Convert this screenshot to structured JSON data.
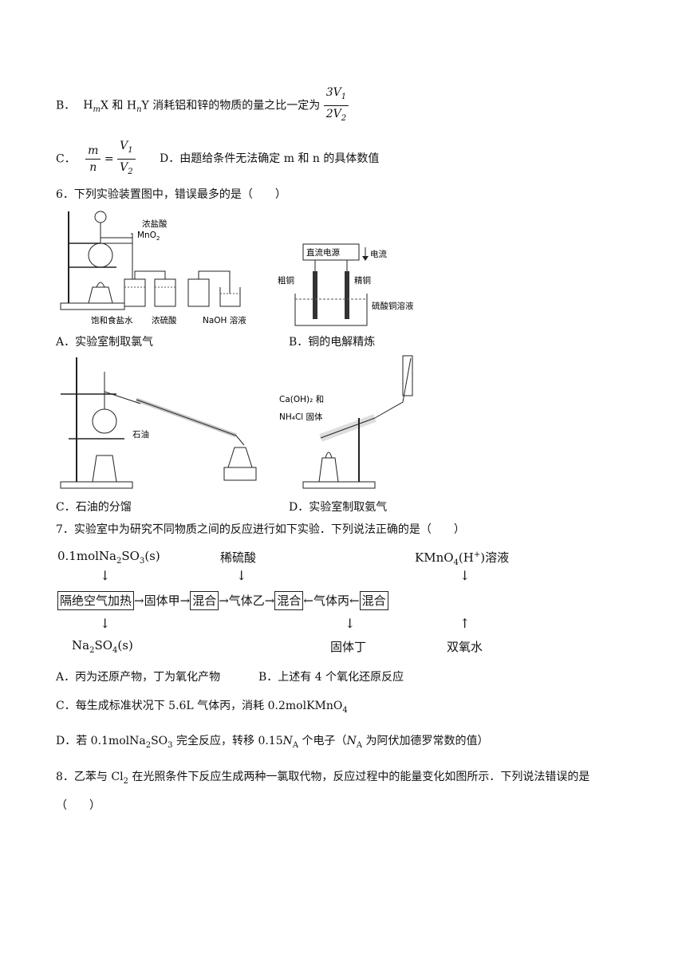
{
  "q5": {
    "optionB_prefix": "B．",
    "optionB_text1": "H",
    "optionB_m": "m",
    "optionB_text2": "X 和 H",
    "optionB_n": "n",
    "optionB_text3": "Y 消耗铝和锌的物质的量之比一定为",
    "optionB_num": "3V",
    "optionB_num_sub": "1",
    "optionB_den": "2V",
    "optionB_den_sub": "2",
    "optionC_prefix": "C．",
    "optionC_lhs_num": "m",
    "optionC_lhs_den": "n",
    "optionC_eq": "=",
    "optionC_rhs_num": "V",
    "optionC_rhs_num_sub": "1",
    "optionC_rhs_den": "V",
    "optionC_rhs_den_sub": "2",
    "optionD_text": "D．由题给条件无法确定 m 和 n 的具体数值"
  },
  "q6": {
    "stem": "6．下列实验装置图中，错误最多的是（　　）",
    "figA": {
      "label_hcl": "浓盐酸",
      "label_mno2_main": "MnO",
      "label_mno2_sub": "2",
      "bottle1": "饱和食盐水",
      "bottle2": "浓硫酸",
      "bottle3": "NaOH 溶液",
      "caption": "A．实验室制取氯气"
    },
    "figB": {
      "power": "直流电源",
      "current": "电流",
      "crude": "粗铜",
      "pure": "精铜",
      "solution": "硫酸铜溶液",
      "caption": "B．铜的电解精炼"
    },
    "figC": {
      "oil": "石油",
      "caption": "C．石油的分馏"
    },
    "figD": {
      "reagent1": "Ca(OH)₂ 和",
      "reagent2": "NH₄Cl 固体",
      "caption": "D．实验室制取氨气"
    }
  },
  "q7": {
    "stem": "7．实验室中为研究不同物质之间的反应进行如下实验．下列说法正确的是（　　）",
    "top1": "0.1molNa",
    "top1_sub1": "2",
    "top1_mid": "SO",
    "top1_sub2": "3",
    "top1_end": "(s)",
    "top2": "稀硫酸",
    "top3_a": "KMnO",
    "top3_sub": "4",
    "top3_b": "(H",
    "top3_sup": "+",
    "top3_c": ")溶液",
    "box1": "隔绝空气加热",
    "arrow_r": "→",
    "arrow_l": "←",
    "arrow_d": "↓",
    "arrow_u": "↑",
    "solid_jia": "固体甲",
    "box2": "混合",
    "gas_yi": "气体乙",
    "box3": "混合",
    "gas_bing": "气体丙",
    "box4": "混合",
    "bottom1_a": "Na",
    "bottom1_sub1": "2",
    "bottom1_b": "SO",
    "bottom1_sub2": "4",
    "bottom1_c": "(s)",
    "bottom2": "固体丁",
    "bottom3": "双氧水",
    "optA": "A．丙为还原产物，丁为氧化产物",
    "optB": "B．上述有 4 个氧化还原反应",
    "optC_a": "C．每生成标准状况下 5.6L 气体丙，消耗 0.2molKMnO",
    "optC_sub": "4",
    "optD_a": "D．若 0.1molNa",
    "optD_sub1": "2",
    "optD_b": "SO",
    "optD_sub2": "3",
    "optD_c": " 完全反应，转移 0.15",
    "optD_N": "N",
    "optD_Nsub": "A",
    "optD_d": " 个电子（",
    "optD_N2": "N",
    "optD_N2sub": "A",
    "optD_e": " 为阿伏加德罗常数的值）"
  },
  "q8": {
    "stem_a": "8．乙苯与 Cl",
    "stem_sub": "2",
    "stem_b": " 在光照条件下反应生成两种一氯取代物，反应过程中的能量变化如图所示．下列说法错误的是",
    "stem_c": "（　　）"
  }
}
